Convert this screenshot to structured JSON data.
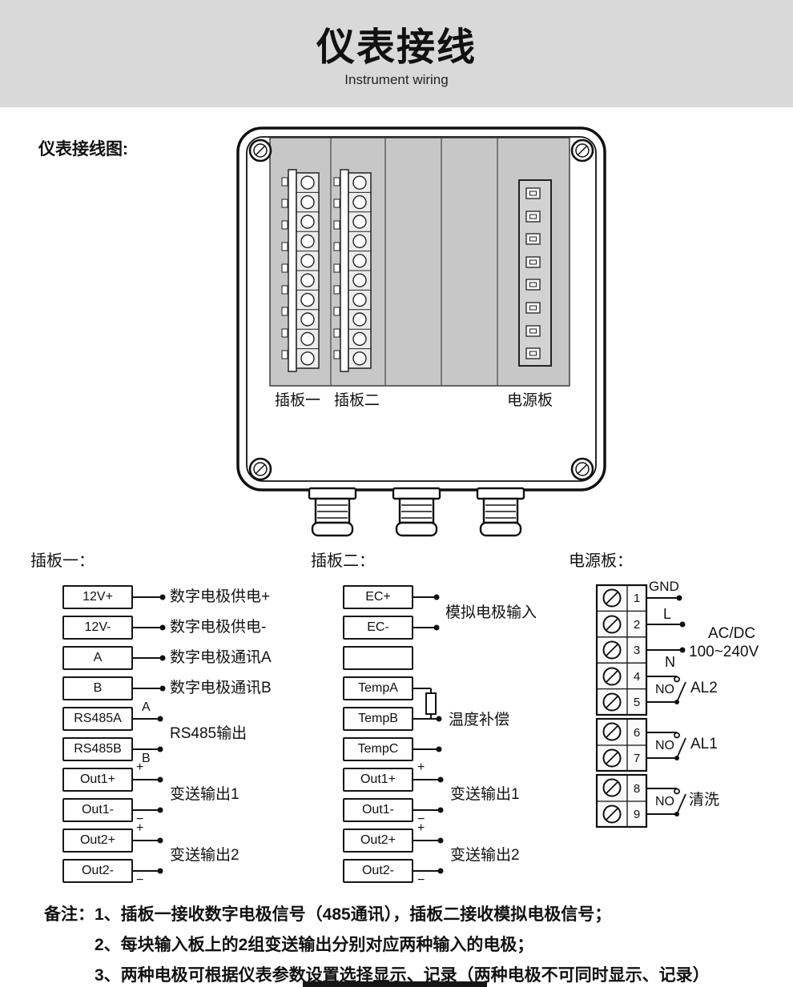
{
  "header": {
    "title": "仪表接线",
    "subtitle": "Instrument wiring"
  },
  "diagram": {
    "caption": "仪表接线图:",
    "board_labels": {
      "board1": "插板一",
      "board2": "插板二",
      "power": "电源板"
    }
  },
  "board1": {
    "title": "插板一：",
    "terminals": [
      "12V+",
      "12V-",
      "A",
      "B",
      "RS485A",
      "RS485B",
      "Out1+",
      "Out1-",
      "Out2+",
      "Out2-"
    ],
    "labels": [
      "数字电极供电+",
      "数字电极供电-",
      "数字电极通讯A",
      "数字电极通讯B",
      "RS485输出",
      "变送输出1",
      "变送输出2"
    ]
  },
  "board2": {
    "title": "插板二：",
    "terminals": [
      "EC+",
      "EC-",
      "",
      "TempA",
      "TempB",
      "TempC",
      "Out1+",
      "Out1-",
      "Out2+",
      "Out2-"
    ],
    "labels": [
      "模拟电极输入",
      "温度补偿",
      "变送输出1",
      "变送输出2"
    ]
  },
  "power": {
    "title": "电源板：",
    "terminals": [
      "1",
      "2",
      "3",
      "4",
      "5",
      "6",
      "7",
      "8",
      "9"
    ],
    "labels": {
      "gnd": "GND",
      "l": "L",
      "n": "N",
      "acdc": "AC/DC",
      "voltage": "100~240V",
      "no": "NO",
      "al2": "AL2",
      "al1": "AL1",
      "wash": "清洗"
    }
  },
  "wire_marks": {
    "a": "A",
    "b": "B",
    "plus": "+",
    "minus": "−"
  },
  "notes": {
    "prefix": "备注：",
    "line1": "1、插板一接收数字电极信号（485通讯），插板二接收模拟电极信号；",
    "line2": "2、每块输入板上的2组变送输出分别对应两种输入的电极；",
    "line3": "3、两种电极可根据仪表参数设置选择显示、记录（两种电极不可同时显示、记录）"
  },
  "colors": {
    "ink": "#111111",
    "header_bg": "#d9d9d9",
    "panel_gray": "#c7c7c7"
  }
}
